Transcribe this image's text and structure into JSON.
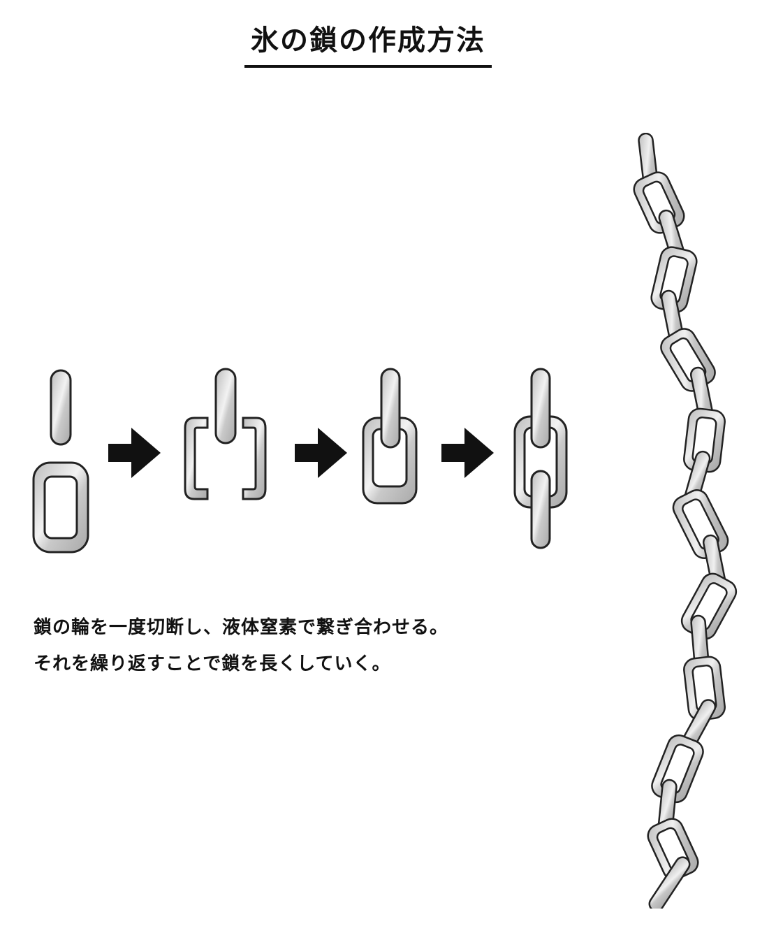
{
  "title": "氷の鎖の作成方法",
  "caption": {
    "line1": "鎖の輪を一度切断し、液体窒素で繋ぎ合わせる。",
    "line2": "それを繰り返すことで鎖を長くしていく。"
  },
  "colors": {
    "link_fill": "#d6d6d6",
    "link_highlight": "#f5f5f5",
    "stroke": "#222222",
    "arrow": "#111111"
  },
  "steps": [
    "separate",
    "cut",
    "join",
    "link-added"
  ],
  "illustrations": [
    "chain-steps-diagram",
    "long-chain-illustration"
  ]
}
